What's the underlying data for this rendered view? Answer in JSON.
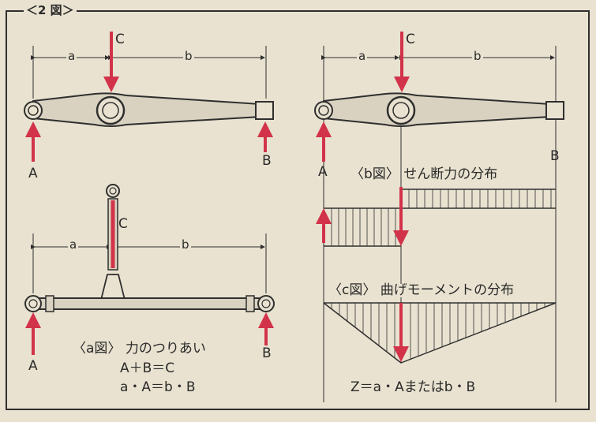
{
  "figure": {
    "title": "＜2 図＞",
    "accent_color": "#d2334a",
    "ink_color": "#2f2f2f"
  },
  "diagram_main": {
    "label_c": "C",
    "label_a": "A",
    "label_b": "B",
    "dim_a": "a",
    "dim_b": "b"
  },
  "diagram_a": {
    "label_c": "C",
    "label_a": "A",
    "label_b": "B",
    "dim_a": "a",
    "dim_b": "b",
    "caption": "〈a図〉 力のつりあい",
    "equation1": "A＋B＝C",
    "equation2": "a・A＝b・B"
  },
  "diagram_b": {
    "label_c": "C",
    "label_a": "A",
    "label_b": "B",
    "dim_a": "a",
    "dim_b": "b",
    "caption": "〈b図〉 せん断力の分布"
  },
  "diagram_c": {
    "caption": "〈c図〉 曲げモーメントの分布",
    "formula": "Z＝a・Aまたはb・B"
  }
}
